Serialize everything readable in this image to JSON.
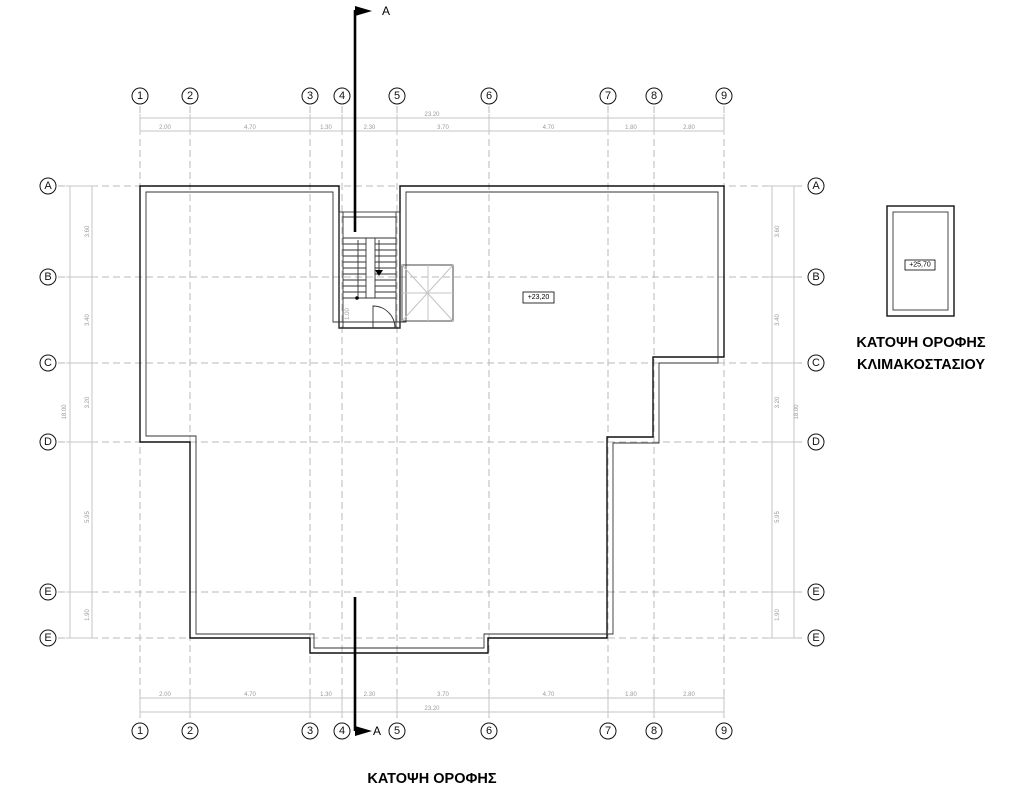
{
  "titles": {
    "main_plan": "ΚΑΤΟΨΗ ΟΡΟΦΗΣ",
    "stair_plan_line1": "ΚΑΤΟΨΗ ΟΡΟΦΗΣ",
    "stair_plan_line2": "ΚΛΙΜΑΚΟΣΤΑΣΙΟΥ"
  },
  "grid_columns": [
    "1",
    "2",
    "3",
    "4",
    "5",
    "6",
    "7",
    "8",
    "9"
  ],
  "grid_rows": [
    "A",
    "B",
    "C",
    "D",
    "E",
    "E"
  ],
  "dimensions": {
    "overall_width": "23.20",
    "column_spacings": [
      "2.00",
      "4.70",
      "1.30",
      "2.30",
      "3.70",
      "4.70",
      "1.80",
      "2.80"
    ],
    "left_row_spacings": [
      "3.60",
      "3.40",
      "3.20",
      "5.95",
      "1.90"
    ],
    "right_row_spacings": [
      "3.60",
      "3.40",
      "3.20",
      "5.95",
      "1.90"
    ],
    "left_overall_height": "18.00",
    "right_overall_height": "18.00",
    "stair_width": "1.00"
  },
  "levels": {
    "roof": "+23,20",
    "stair_roof": "+25,70"
  },
  "section": {
    "label": "A"
  }
}
